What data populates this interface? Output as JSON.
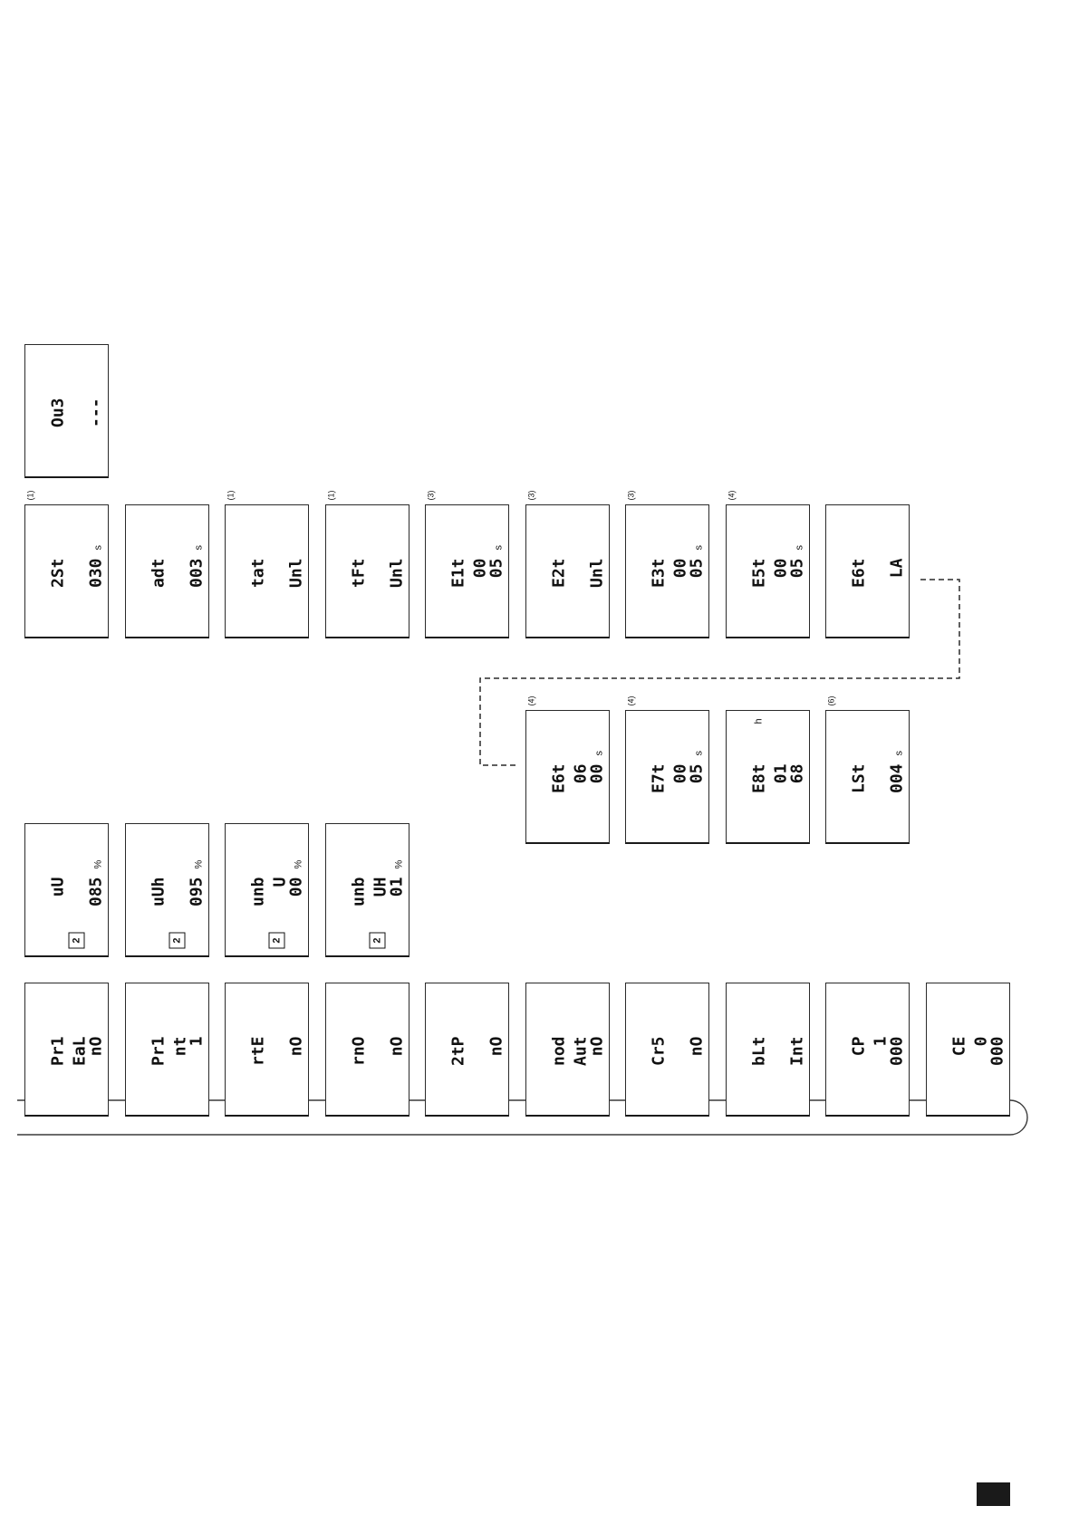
{
  "output_display": {
    "line1": "Ou3",
    "line3": "---"
  },
  "timing_row": [
    {
      "note": "(1)",
      "line1": "2St",
      "line3": "030",
      "line3_unit": "s"
    },
    {
      "line1": "adt",
      "line3": "003",
      "line3_unit": "s"
    },
    {
      "note": "(1)",
      "line1": "tat",
      "line3": "Unl"
    },
    {
      "note": "(1)",
      "line1": "tFt",
      "line3": "Unl"
    },
    {
      "note": "(3)",
      "line1": "E1t",
      "line2": "00",
      "line3": "05",
      "line3_unit": "s"
    },
    {
      "note": "(3)",
      "line1": "E2t",
      "line3": "Unl"
    },
    {
      "note": "(3)",
      "line1": "E3t",
      "line2": "00",
      "line3": "05",
      "line3_unit": "s"
    },
    {
      "note": "(4)",
      "line1": "E5t",
      "line2": "00",
      "line3": "05",
      "line3_unit": "s"
    },
    {
      "line1": "E6t",
      "line3": "LA"
    }
  ],
  "timing_row_alt": [
    {
      "note": "(4)",
      "line1": "E6t",
      "line2": "06",
      "line3": "00",
      "line3_unit": "s"
    },
    {
      "note": "(4)",
      "line1": "E7t",
      "line2": "00",
      "line3": "05",
      "line3_unit": "s"
    },
    {
      "line1": "E8t",
      "line2": "01",
      "line3": "68",
      "line1_unit": "h"
    },
    {
      "note": "(6)",
      "line1": "LSt",
      "line3": "004",
      "line3_unit": "s"
    }
  ],
  "threshold_row": [
    {
      "badge": "2",
      "line1": "uU",
      "line3": "085",
      "line3_unit": "%"
    },
    {
      "badge": "2",
      "line1": "uUh",
      "line3": "095",
      "line3_unit": "%"
    },
    {
      "badge": "2",
      "line1": "unb",
      "line2": "U",
      "line3": "00",
      "line3_unit": "%"
    },
    {
      "badge": "2",
      "line1": "unb",
      "line2": "UH",
      "line3": "01",
      "line3_unit": "%"
    }
  ],
  "settings_row": [
    {
      "line1": "Pr1",
      "line2": "EaL",
      "line3": "nO"
    },
    {
      "line1": "Pr1",
      "line2": "nt",
      "line3": "1"
    },
    {
      "line1": "rtE",
      "line3": "nO"
    },
    {
      "line1": "rnO",
      "line3": "nO"
    },
    {
      "line1": "2tP",
      "line3": "nO"
    },
    {
      "line1": "nod",
      "line2": "Aut",
      "line3": "nO"
    },
    {
      "line1": "Cr5",
      "line3": "nO"
    },
    {
      "line1": "bLt",
      "line3": "Int"
    },
    {
      "line1": "CP",
      "line2": "1",
      "line3": "000"
    },
    {
      "line1": "CE",
      "line2": "0",
      "line3": "000"
    }
  ]
}
